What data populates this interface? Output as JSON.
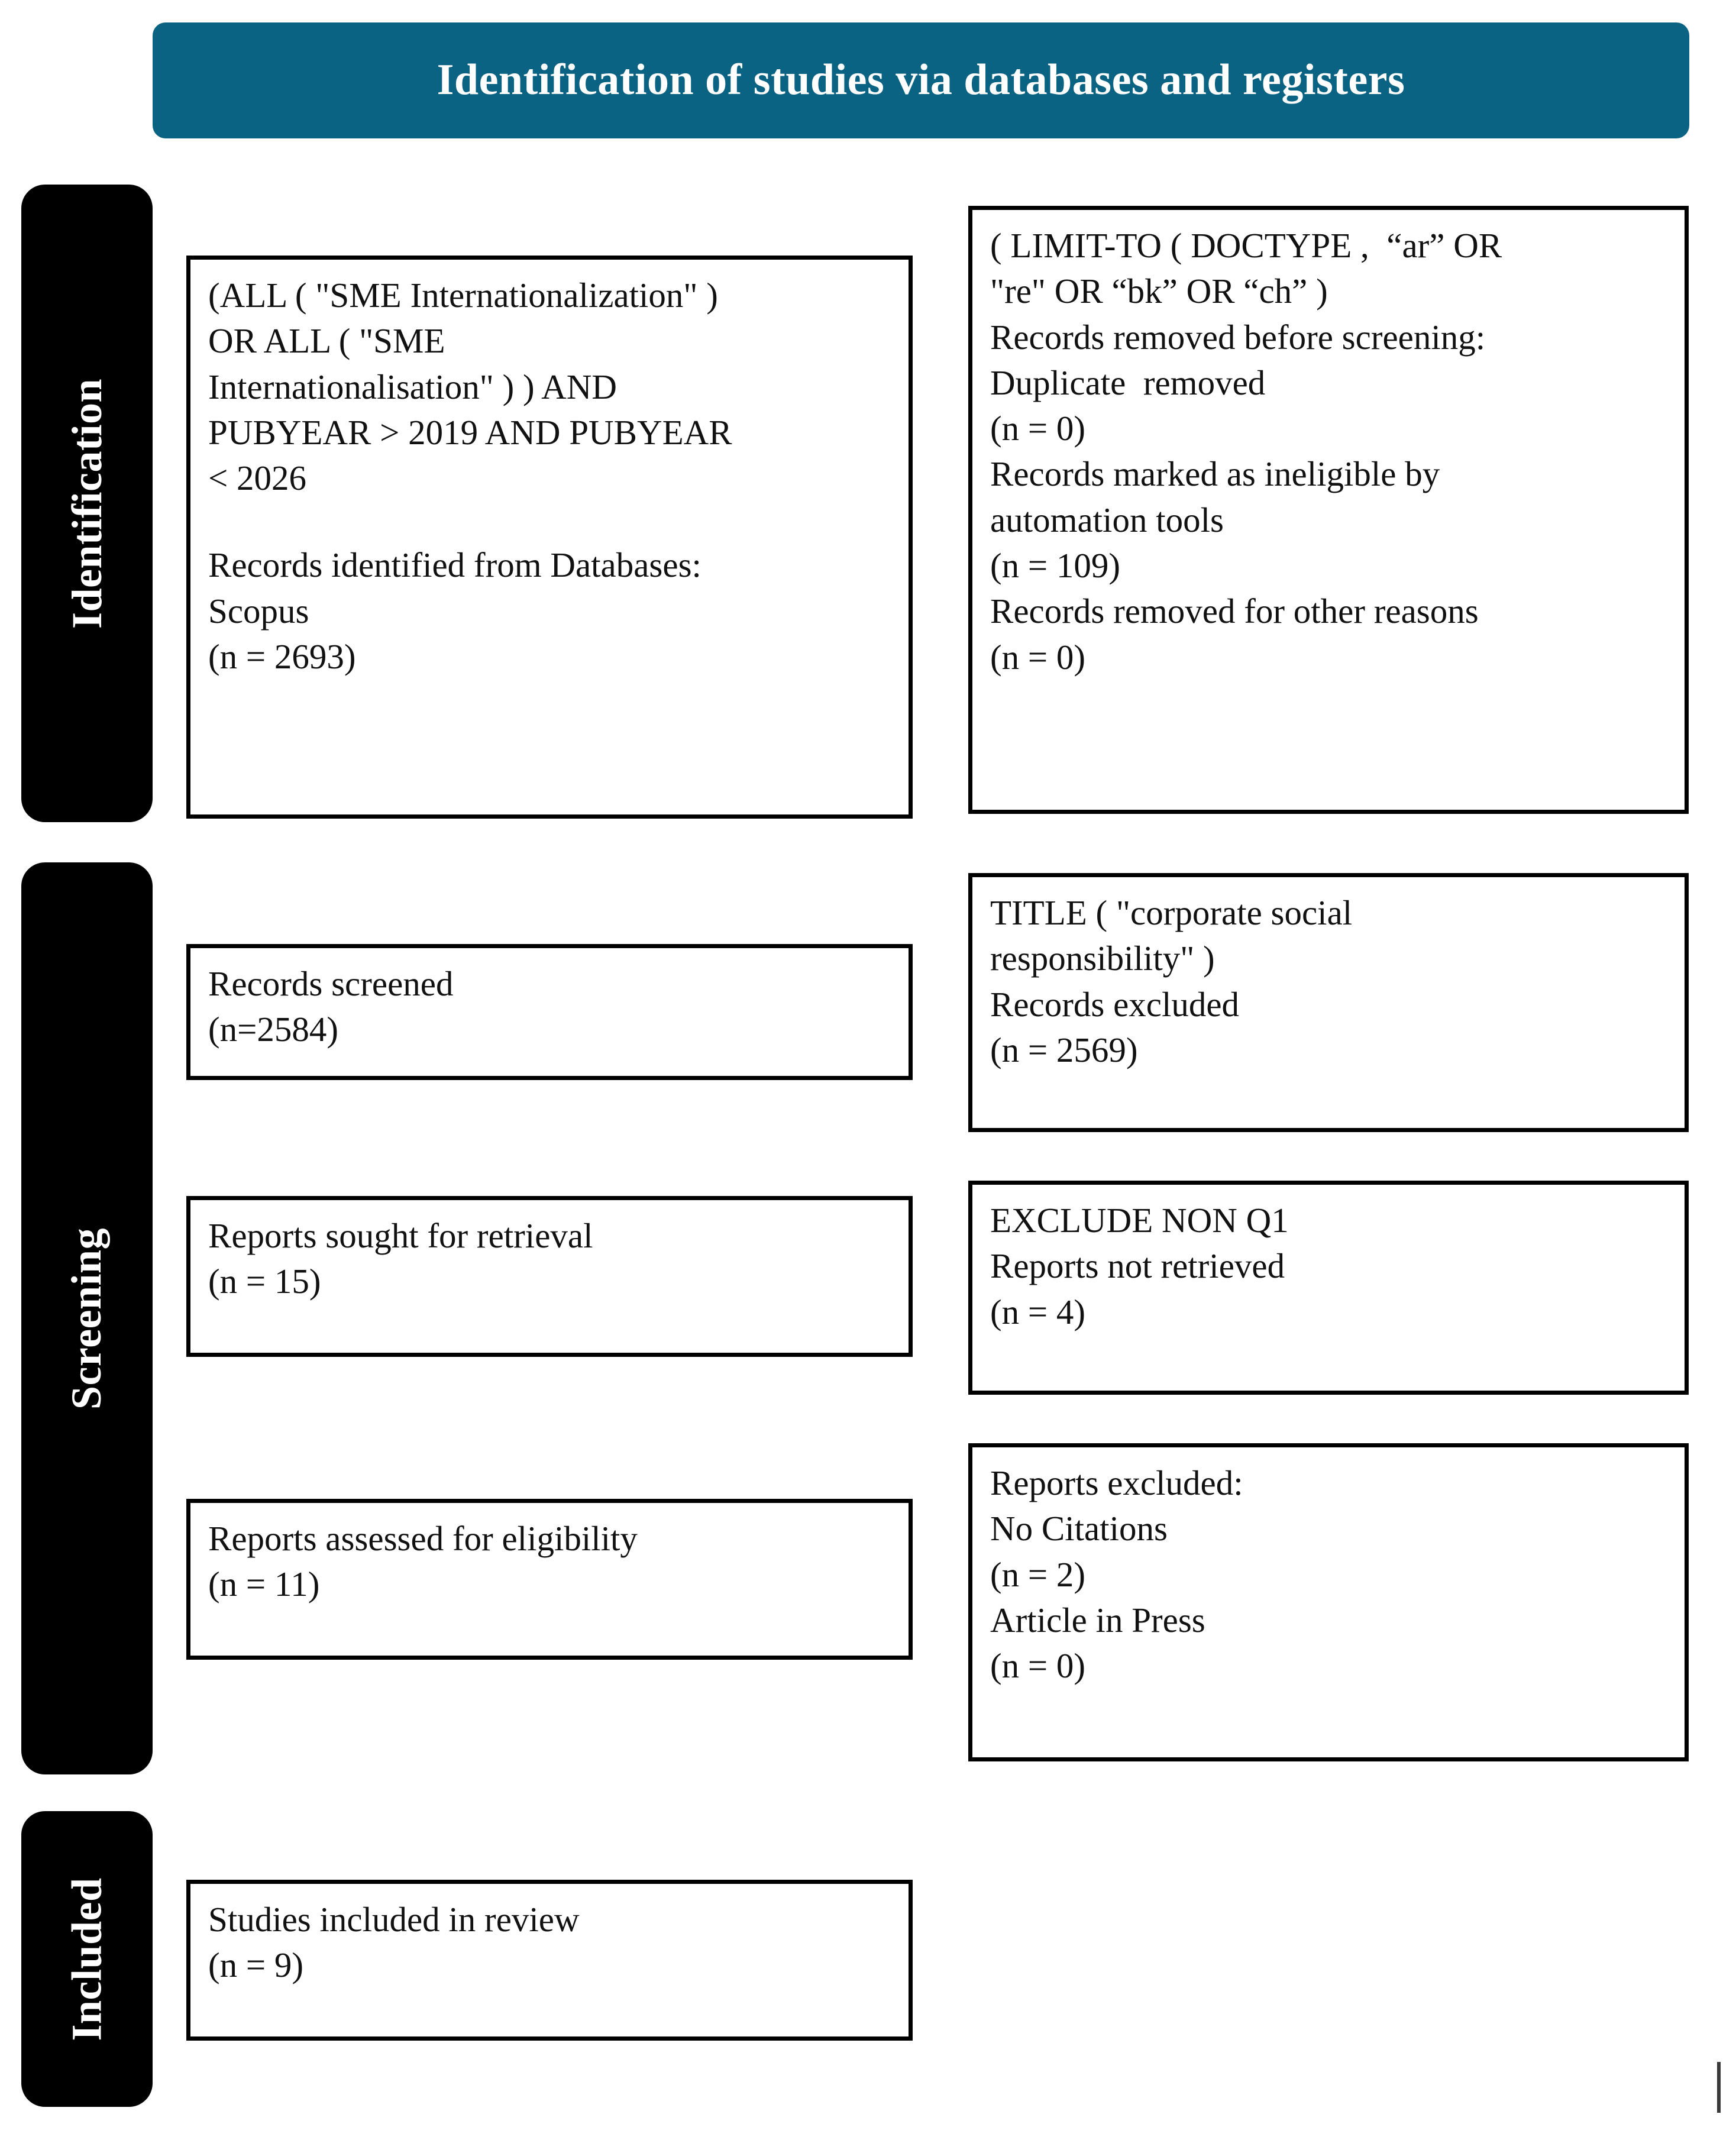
{
  "header": {
    "title": "Identification of studies via databases and registers",
    "background_color": "#0b6383",
    "text_color": "#ffffff"
  },
  "stages": [
    {
      "id": "identification",
      "label": "Identification"
    },
    {
      "id": "screening",
      "label": "Screening"
    },
    {
      "id": "included",
      "label": "Included"
    }
  ],
  "boxes": {
    "identified": {
      "name": "records-identified-from-databases",
      "lines": [
        "(ALL ( \"SME Internationalization\" )",
        "OR ALL ( \"SME",
        "Internationalisation\" ) ) AND",
        "PUBYEAR > 2019 AND PUBYEAR",
        "< 2026",
        "",
        "Records identified from Databases:",
        "Scopus",
        "(n = 2693)"
      ]
    },
    "removed_before_screening": {
      "name": "records-removed-before-screening",
      "lines": [
        "( LIMIT-TO ( DOCTYPE ,  “ar” OR",
        "\"re\" OR “bk” OR “ch” )",
        "Records removed before screening:",
        "Duplicate  removed",
        "(n = 0)",
        "Records marked as ineligible by",
        "automation tools",
        "(n = 109)",
        "Records removed for other reasons",
        "(n = 0)"
      ]
    },
    "screened": {
      "name": "records-screened",
      "lines": [
        "Records screened",
        "(n=2584)"
      ]
    },
    "excluded_title": {
      "name": "records-excluded",
      "lines": [
        "TITLE ( \"corporate social",
        "responsibility\" )",
        "Records excluded",
        "(n = 2569)"
      ]
    },
    "sought": {
      "name": "reports-sought-for-retrieval",
      "lines": [
        "Reports sought for retrieval",
        "(n = 15)"
      ]
    },
    "not_retrieved": {
      "name": "reports-not-retrieved",
      "lines": [
        "EXCLUDE NON Q1",
        "Reports not retrieved",
        "(n = 4)"
      ]
    },
    "assessed": {
      "name": "reports-assessed-for-eligibility",
      "lines": [
        "Reports assessed for eligibility",
        "(n = 11)"
      ]
    },
    "reports_excluded": {
      "name": "reports-excluded",
      "lines": [
        "Reports excluded:",
        "No Citations",
        "(n = 2)",
        "Article in Press",
        "(n = 0)"
      ]
    },
    "included": {
      "name": "studies-included-in-review",
      "lines": [
        "Studies included in review",
        "(n = 9)"
      ]
    }
  },
  "chart_data": {
    "type": "diagram",
    "title": "Identification of studies via databases and registers",
    "diagram_kind": "PRISMA flow diagram",
    "stages": [
      "Identification",
      "Screening",
      "Included"
    ],
    "counts": {
      "records_identified_scopus": 2693,
      "duplicates_removed": 0,
      "records_marked_ineligible_by_automation_tools": 109,
      "records_removed_other_reasons": 0,
      "records_screened": 2584,
      "records_excluded": 2569,
      "reports_sought_for_retrieval": 15,
      "reports_not_retrieved": 4,
      "reports_assessed_for_eligibility": 11,
      "reports_excluded_no_citations": 2,
      "reports_excluded_article_in_press": 0,
      "studies_included_in_review": 9
    },
    "search_query": "(ALL ( \"SME Internationalization\" ) OR ALL ( \"SME Internationalisation\" ) ) AND PUBYEAR > 2019 AND PUBYEAR < 2026",
    "filters": [
      "( LIMIT-TO ( DOCTYPE ,  “ar” OR \"re\" OR “bk” OR “ch” )",
      "TITLE ( \"corporate social responsibility\" )",
      "EXCLUDE NON Q1"
    ],
    "database": "Scopus"
  }
}
